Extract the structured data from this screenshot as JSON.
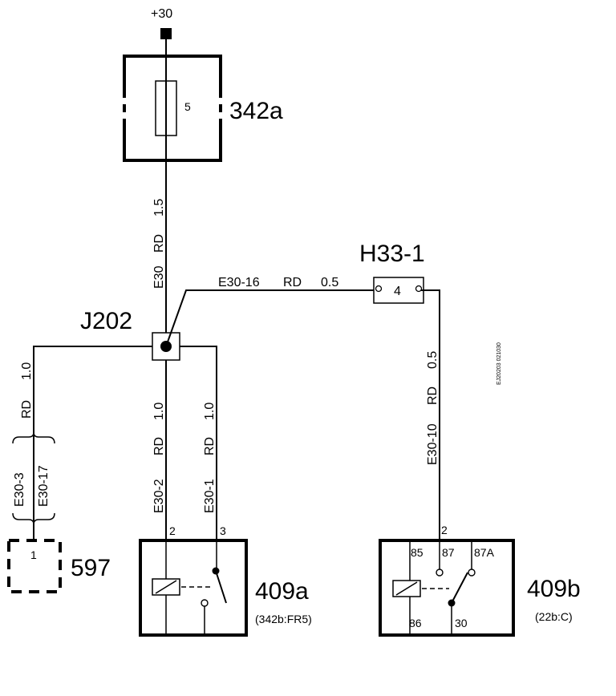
{
  "supply": {
    "label": "+30"
  },
  "fuse_box": {
    "id": "342a",
    "fuse_number": "5"
  },
  "wire_main": {
    "code": "E30",
    "color": "RD",
    "size": "1.5"
  },
  "junction": {
    "id": "J202"
  },
  "wire_to_h33": {
    "code": "E30-16",
    "color": "RD",
    "size": "0.5"
  },
  "connector_h33": {
    "id": "H33-1",
    "pin": "4"
  },
  "wire_to_597": {
    "color": "RD",
    "size": "1.0"
  },
  "splice_labels": {
    "top": "E30-3",
    "bottom": "E30-17"
  },
  "component_597": {
    "id": "597",
    "pin": "1"
  },
  "wire_e30_2": {
    "code": "E30-2",
    "color": "RD",
    "size": "1.0"
  },
  "wire_e30_1": {
    "code": "E30-1",
    "color": "RD",
    "size": "1.0"
  },
  "wire_e30_10": {
    "code": "E30-10",
    "color": "RD",
    "size": "0.5"
  },
  "relay_409a": {
    "id": "409a",
    "ref": "(342b:FR5)",
    "pin_left": "2",
    "pin_right": "3"
  },
  "relay_409b": {
    "id": "409b",
    "ref": "(22b:C)",
    "pin_top": "2",
    "pin_85": "85",
    "pin_87": "87",
    "pin_87a": "87A",
    "pin_86": "86",
    "pin_30": "30"
  },
  "drawing_code": "EJ20203  021030"
}
